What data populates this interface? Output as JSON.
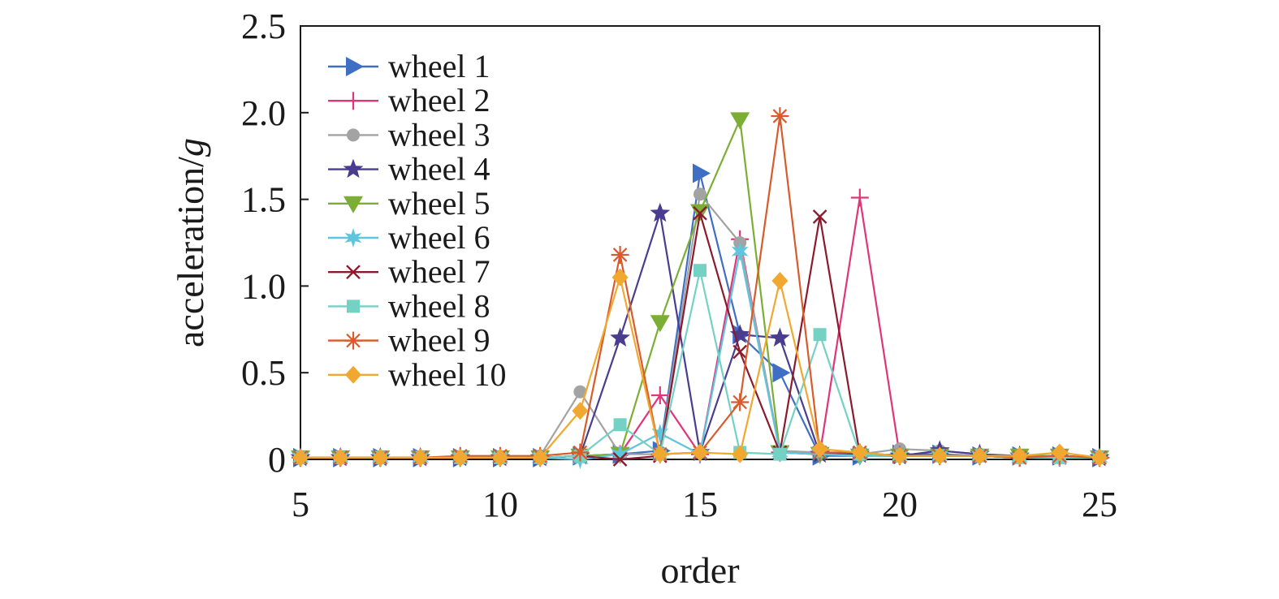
{
  "chart_data": {
    "type": "line",
    "title": "",
    "xlabel": "order",
    "ylabel_main": "acceleration/",
    "ylabel_italic": "g",
    "xlim": [
      5,
      25
    ],
    "ylim": [
      0,
      2.5
    ],
    "xticks": [
      "5",
      "10",
      "15",
      "20",
      "25"
    ],
    "yticks": [
      "0",
      "0.5",
      "1.0",
      "1.5",
      "2.0",
      "2.5"
    ],
    "grid": false,
    "legend_position": "top-left",
    "x": [
      5,
      6,
      7,
      8,
      9,
      10,
      11,
      12,
      13,
      14,
      15,
      16,
      17,
      18,
      19,
      20,
      21,
      22,
      23,
      24,
      25
    ],
    "series": [
      {
        "name": "wheel 1",
        "color": "#3f6fc4",
        "marker": "triangle-right",
        "values": [
          0.01,
          0.01,
          0.01,
          0.01,
          0.01,
          0.01,
          0.01,
          0.02,
          0.03,
          0.05,
          1.65,
          0.72,
          0.5,
          0.02,
          0.02,
          0.03,
          0.03,
          0.02,
          0.02,
          0.02,
          0.01
        ]
      },
      {
        "name": "wheel 2",
        "color": "#e0357a",
        "marker": "plus",
        "values": [
          0.01,
          0.01,
          0.01,
          0.01,
          0.01,
          0.01,
          0.01,
          0.02,
          0.03,
          0.37,
          0.03,
          1.27,
          0.04,
          0.03,
          1.51,
          0.02,
          0.02,
          0.02,
          0.01,
          0.01,
          0.01
        ]
      },
      {
        "name": "wheel 3",
        "color": "#a3a3a3",
        "marker": "circle",
        "values": [
          0.01,
          0.01,
          0.01,
          0.01,
          0.01,
          0.01,
          0.02,
          0.39,
          0.03,
          0.03,
          1.53,
          1.25,
          0.05,
          0.04,
          0.03,
          0.06,
          0.05,
          0.03,
          0.02,
          0.02,
          0.01
        ]
      },
      {
        "name": "wheel 4",
        "color": "#4a3d8f",
        "marker": "star",
        "values": [
          0.01,
          0.01,
          0.01,
          0.01,
          0.01,
          0.01,
          0.01,
          0.02,
          0.7,
          1.42,
          0.04,
          0.72,
          0.7,
          0.03,
          0.03,
          0.02,
          0.05,
          0.03,
          0.02,
          0.02,
          0.01
        ]
      },
      {
        "name": "wheel 5",
        "color": "#7cae35",
        "marker": "triangle-down",
        "values": [
          0.01,
          0.01,
          0.01,
          0.01,
          0.01,
          0.01,
          0.01,
          0.02,
          0.03,
          0.79,
          1.43,
          1.96,
          0.04,
          0.03,
          0.02,
          0.02,
          0.02,
          0.02,
          0.02,
          0.02,
          0.01
        ]
      },
      {
        "name": "wheel 6",
        "color": "#5fc5dd",
        "marker": "star6",
        "values": [
          0.01,
          0.01,
          0.01,
          0.01,
          0.01,
          0.01,
          0.01,
          0.0,
          0.03,
          0.15,
          0.03,
          1.2,
          0.04,
          0.03,
          0.02,
          0.02,
          0.02,
          0.02,
          0.01,
          0.01,
          0.01
        ]
      },
      {
        "name": "wheel 7",
        "color": "#8b1a2c",
        "marker": "x",
        "values": [
          0.01,
          0.01,
          0.01,
          0.01,
          0.01,
          0.01,
          0.01,
          0.02,
          0.0,
          0.02,
          1.42,
          0.62,
          0.04,
          1.4,
          0.03,
          0.02,
          0.02,
          0.02,
          0.01,
          0.01,
          0.01
        ]
      },
      {
        "name": "wheel 8",
        "color": "#74d2c4",
        "marker": "square",
        "values": [
          0.01,
          0.01,
          0.01,
          0.01,
          0.01,
          0.01,
          0.01,
          0.02,
          0.2,
          0.03,
          1.09,
          0.04,
          0.03,
          0.72,
          0.03,
          0.02,
          0.02,
          0.02,
          0.01,
          0.01,
          0.01
        ]
      },
      {
        "name": "wheel 9",
        "color": "#d95a2b",
        "marker": "asterisk",
        "values": [
          0.01,
          0.01,
          0.01,
          0.01,
          0.02,
          0.02,
          0.02,
          0.04,
          1.18,
          0.03,
          0.04,
          0.33,
          1.98,
          0.04,
          0.04,
          0.02,
          0.02,
          0.02,
          0.01,
          0.02,
          0.01
        ]
      },
      {
        "name": "wheel 10",
        "color": "#f0a830",
        "marker": "diamond",
        "values": [
          0.01,
          0.01,
          0.01,
          0.01,
          0.01,
          0.01,
          0.01,
          0.28,
          1.05,
          0.03,
          0.04,
          0.03,
          1.03,
          0.06,
          0.04,
          0.02,
          0.02,
          0.02,
          0.02,
          0.04,
          0.01
        ]
      }
    ]
  }
}
